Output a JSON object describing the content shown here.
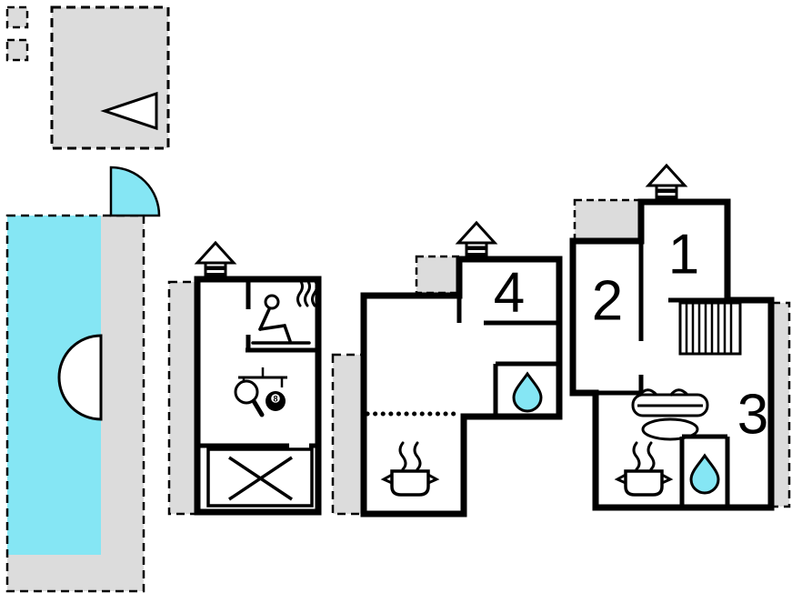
{
  "figure": {
    "type": "holiday-home-floor-plan"
  },
  "colors": {
    "wall": "#000000",
    "terrace": "#DCDCDC",
    "pool": "#85E6F4",
    "water": "#85E6F4",
    "door": "#85E6F4",
    "white": "#FFFFFF"
  },
  "rooms": {
    "room1": {
      "label": "1"
    },
    "room2": {
      "label": "2"
    },
    "room3": {
      "label": "3"
    },
    "room4": {
      "label": "4"
    }
  },
  "icons": {
    "billiard_ball_label": "8",
    "names": [
      "north-arrow",
      "pool",
      "pool-step",
      "door-swing",
      "chimney",
      "sauna-person",
      "sauna-heat-waves",
      "table-tennis-table",
      "table-tennis-paddle",
      "billiard-ball",
      "cross-table",
      "water-drop",
      "cooking-pot",
      "steam",
      "sofa",
      "coffee-table",
      "stairs",
      "kitchen-counter-dotted"
    ]
  }
}
